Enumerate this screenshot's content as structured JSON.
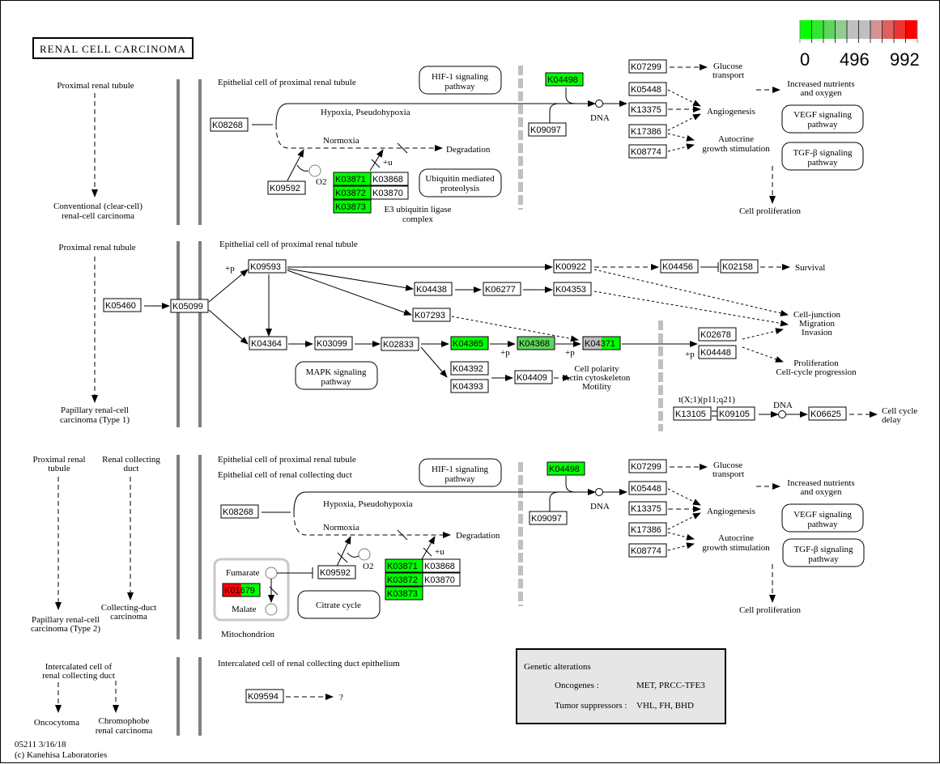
{
  "map_id": "05211",
  "date": "3/16/18",
  "copyright": "(c) Kanehisa Laboratories",
  "title": "RENAL CELL CARCINOMA",
  "legend": {
    "colors": [
      "#00ff00",
      "#2fe92f",
      "#5cd65c",
      "#92cc92",
      "#bfbfbf",
      "#bfbfbf",
      "#d49494",
      "#e06060",
      "#ee3333",
      "#ff0000"
    ],
    "labels": [
      "0",
      "496",
      "992"
    ]
  },
  "colors": {
    "green": "#00ff00",
    "mid_green": "#5cd65c",
    "gray": "#bfbfbf",
    "red": "#ff0000"
  },
  "left_panel": {
    "s1_origin": "Proximal renal tubule",
    "s1_result": [
      "Conventional (clear-cell)",
      "renal-cell carcinoma"
    ],
    "s2_origin": "Proximal renal tubule",
    "s2_result": [
      "Papillary renal-cell",
      "carcinoma (Type 1)"
    ],
    "s3_origin_a": [
      "Proximal renal",
      "tubule"
    ],
    "s3_origin_b": [
      "Renal collecting",
      "duct"
    ],
    "s3_result_a": [
      "Papillary renal-cell",
      "carcinoma (Type 2)"
    ],
    "s3_result_b": [
      "Collecting-duct",
      "carcinoma"
    ],
    "s4_origin": [
      "Intercalated cell of",
      "renal collecting duct"
    ],
    "s4_result_a": "Oncocytoma",
    "s4_result_b": [
      "Chromophobe",
      "renal carcinoma"
    ]
  },
  "section1": {
    "cell_label": "Epithelial cell of proximal renal tubule",
    "hif1": [
      "HIF-1 signaling",
      "pathway"
    ],
    "hypoxia": "Hypoxia, Pseudohypoxia",
    "normoxia": "Normoxia",
    "degradation": "Degradation",
    "o2": "O2",
    "plus_u": "+u",
    "ubiquitin": [
      "Ubiquitin mediated",
      "proteolysis"
    ],
    "e3": [
      "E3 ubiquitin ligase",
      "complex"
    ],
    "dna": "DNA",
    "glucose": [
      "Glucose",
      "transport"
    ],
    "nutrients": [
      "Increased nutrients",
      "and oxygen"
    ],
    "angiogenesis": "Angiogenesis",
    "autocrine": [
      "Autocrine",
      "growth stimulation"
    ],
    "vegf": [
      "VEGF signaling",
      "pathway"
    ],
    "tgfb": [
      "TGF-β signaling",
      "pathway"
    ],
    "proliferation": "Cell proliferation",
    "genes": {
      "K08268": {
        "label": "K08268",
        "color": "#ffffff"
      },
      "K09592": {
        "label": "K09592",
        "color": "#ffffff"
      },
      "K03871": {
        "label": "K03871",
        "color": "#00ff00"
      },
      "K03868": {
        "label": "K03868",
        "color": "#ffffff"
      },
      "K03872": {
        "label": "K03872",
        "color": "#00ff00"
      },
      "K03870": {
        "label": "K03870",
        "color": "#ffffff"
      },
      "K03873": {
        "label": "K03873",
        "color": "#00ff00"
      },
      "K04498": {
        "label": "K04498",
        "color": "#00ff00"
      },
      "K09097": {
        "label": "K09097",
        "color": "#ffffff"
      },
      "K07299": {
        "label": "K07299",
        "color": "#ffffff"
      },
      "K05448": {
        "label": "K05448",
        "color": "#ffffff"
      },
      "K13375": {
        "label": "K13375",
        "color": "#ffffff"
      },
      "K17386": {
        "label": "K17386",
        "color": "#ffffff"
      },
      "K08774": {
        "label": "K08774",
        "color": "#ffffff"
      }
    }
  },
  "section2": {
    "cell_label": "Epithelial cell of proximal renal tubule",
    "plus_p": "+p",
    "mapk": [
      "MAPK signaling",
      "pathway"
    ],
    "survival": "Survival",
    "cell_junction": [
      "Cell-junction",
      "Migration",
      "Invasion"
    ],
    "prolif": [
      "Proliferation",
      "Cell-cycle progression"
    ],
    "polarity": [
      "Cell polarity",
      "Actin cytoskeleton",
      "Motility"
    ],
    "translocation": "t(X;1)(p11;q21)",
    "dna": "DNA",
    "cycle_delay": [
      "Cell cycle",
      "delay"
    ],
    "genes": {
      "K05460": {
        "label": "K05460",
        "color": "#ffffff"
      },
      "K05099": {
        "label": "K05099",
        "color": "#ffffff"
      },
      "K09593": {
        "label": "K09593",
        "color": "#ffffff"
      },
      "K00922": {
        "label": "K00922",
        "color": "#ffffff"
      },
      "K04456": {
        "label": "K04456",
        "color": "#ffffff"
      },
      "K02158": {
        "label": "K02158",
        "color": "#ffffff"
      },
      "K04438": {
        "label": "K04438",
        "color": "#ffffff"
      },
      "K06277": {
        "label": "K06277",
        "color": "#ffffff"
      },
      "K04353": {
        "label": "K04353",
        "color": "#ffffff"
      },
      "K07293": {
        "label": "K07293",
        "color": "#ffffff"
      },
      "K04364": {
        "label": "K04364",
        "color": "#ffffff"
      },
      "K03099": {
        "label": "K03099",
        "color": "#ffffff"
      },
      "K02833": {
        "label": "K02833",
        "color": "#ffffff"
      },
      "K04365": {
        "label": "K04365",
        "color": "#00ff00"
      },
      "K04368": {
        "label": "K04368",
        "color": "#5cd65c"
      },
      "K04371": {
        "label": "K04371",
        "color_left": "#bfbfbf",
        "color_right": "#00ff00"
      },
      "K04392": {
        "label": "K04392",
        "color": "#ffffff"
      },
      "K04393": {
        "label": "K04393",
        "color": "#ffffff"
      },
      "K04409": {
        "label": "K04409",
        "color": "#ffffff"
      },
      "K02678": {
        "label": "K02678",
        "color": "#ffffff"
      },
      "K04448": {
        "label": "K04448",
        "color": "#ffffff"
      },
      "K13105": {
        "label": "K13105",
        "color": "#ffffff"
      },
      "K09105": {
        "label": "K09105",
        "color": "#ffffff"
      },
      "K06625": {
        "label": "K06625",
        "color": "#ffffff"
      }
    }
  },
  "section3": {
    "cell_label_a": "Epithelial cell of proximal renal tubule",
    "cell_label_b": "Epithelial cell of renal collecting duct",
    "hif1": [
      "HIF-1 signaling",
      "pathway"
    ],
    "hypoxia": "Hypoxia, Pseudohypoxia",
    "normoxia": "Normoxia",
    "degradation": "Degradation",
    "o2": "O2",
    "plus_u": "+u",
    "fumarate": "Fumarate",
    "malate": "Malate",
    "mitochondrion": "Mitochondrion",
    "citrate": "Citrate cycle",
    "dna": "DNA",
    "glucose": [
      "Glucose",
      "transport"
    ],
    "nutrients": [
      "Increased nutrients",
      "and oxygen"
    ],
    "angiogenesis": "Angiogenesis",
    "autocrine": [
      "Autocrine",
      "growth stimulation"
    ],
    "vegf": [
      "VEGF signaling",
      "pathway"
    ],
    "tgfb": [
      "TGF-β signaling",
      "pathway"
    ],
    "proliferation": "Cell proliferation",
    "genes": {
      "K08268": {
        "label": "K08268",
        "color": "#ffffff"
      },
      "K09592": {
        "label": "K09592",
        "color": "#ffffff"
      },
      "K01679": {
        "label": "K01679",
        "color_left": "#ff0000",
        "color_right": "#00ff00"
      },
      "K03871": {
        "label": "K03871",
        "color": "#00ff00"
      },
      "K03868": {
        "label": "K03868",
        "color": "#ffffff"
      },
      "K03872": {
        "label": "K03872",
        "color": "#00ff00"
      },
      "K03870": {
        "label": "K03870",
        "color": "#ffffff"
      },
      "K03873": {
        "label": "K03873",
        "color": "#00ff00"
      },
      "K04498": {
        "label": "K04498",
        "color": "#00ff00"
      },
      "K09097": {
        "label": "K09097",
        "color": "#ffffff"
      },
      "K07299": {
        "label": "K07299",
        "color": "#ffffff"
      },
      "K05448": {
        "label": "K05448",
        "color": "#ffffff"
      },
      "K13375": {
        "label": "K13375",
        "color": "#ffffff"
      },
      "K17386": {
        "label": "K17386",
        "color": "#ffffff"
      },
      "K08774": {
        "label": "K08774",
        "color": "#ffffff"
      }
    }
  },
  "section4": {
    "cell_label": "Intercalated cell of renal collecting duct epithelium",
    "unknown": "?",
    "genes": {
      "K09594": {
        "label": "K09594",
        "color": "#ffffff"
      }
    }
  },
  "genetic_alterations": {
    "heading": "Genetic alterations",
    "oncogenes_label": "Oncogenes :",
    "oncogenes_value": "MET,  PRCC-TFE3",
    "suppressors_label": "Tumor suppressors :",
    "suppressors_value": "VHL, FH, BHD"
  }
}
